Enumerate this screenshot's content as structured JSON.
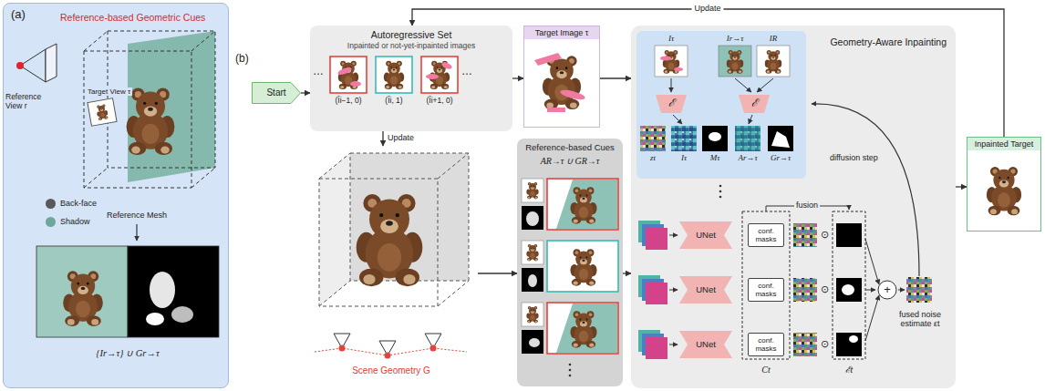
{
  "diagram": {
    "nodes": [
      {
        "text": [
          "(a)",
          "Reference-based Geometric Cues"
        ]
      },
      {
        "text": [
          "Start"
        ]
      },
      {
        "text": [
          "Autoregressive Set",
          "Inpainted or not-yet-inpainted images"
        ]
      },
      {
        "text": [
          "Target Image τ"
        ]
      },
      {
        "text": [
          "Scene Geometry G"
        ]
      },
      {
        "text": [
          "Reference-based Cues",
          "AR→τ ∪ GR→τ"
        ]
      },
      {
        "text": [
          "Geometry-Aware Inpainting"
        ]
      },
      {
        "text": [
          "ℰ"
        ],
        "in": 6
      },
      {
        "text": [
          "ℰ"
        ],
        "in": 6
      },
      {
        "text": [
          "UNet"
        ],
        "in": 6
      },
      {
        "text": [
          "conf. masks"
        ],
        "in": 6
      },
      {
        "text": [
          "UNet"
        ],
        "in": 6
      },
      {
        "text": [
          "conf. masks"
        ],
        "in": 6
      },
      {
        "text": [
          "UNet"
        ],
        "in": 6
      },
      {
        "text": [
          "conf. masks"
        ],
        "in": 6
      },
      {
        "text": [
          "+"
        ],
        "in": 6
      },
      {
        "text": [
          "Inpainted Target"
        ]
      }
    ],
    "edges": [
      {
        "from": 1,
        "to": 2,
        "arrow": "to"
      },
      {
        "from": 2,
        "to": 3,
        "arrow": "to"
      },
      {
        "from": 2,
        "to": 4,
        "label": "Update",
        "arrow": "to"
      },
      {
        "from": 4,
        "to": 5,
        "arrow": "to"
      },
      {
        "from": 3,
        "to": 6,
        "arrow": "to"
      },
      {
        "from": 5,
        "to": 6,
        "arrow": "to"
      },
      {
        "from": 6,
        "to": 16,
        "arrow": "to"
      },
      {
        "from": 16,
        "to": 2,
        "label": "Update",
        "arrow": "to"
      },
      {
        "from": 9,
        "to": 10,
        "arrow": "to"
      },
      {
        "from": 11,
        "to": 12,
        "arrow": "to"
      },
      {
        "from": 13,
        "to": 14,
        "arrow": "to"
      }
    ],
    "labels": [
      "Target View τ",
      "Reference View r",
      "Reference Mesh",
      "{Ir→τ} ∪ Gr→τ",
      "(b)",
      "…",
      "(Îi−1, 0)",
      "(Îi, 1)",
      "(Îi+1, 0)",
      "…",
      "Iτ",
      "Ir→τ",
      "IR",
      "zt",
      "Iτ",
      "Mτ",
      "Ar→τ",
      "Gr→τ",
      "diffusion step",
      "fusion",
      "⊙",
      "⊙",
      "⊙",
      "Ct",
      "ℰt",
      "fused noise estimate εt"
    ],
    "legend": [
      {
        "text": "Back-face",
        "color": "#595959"
      },
      {
        "text": "Shadow",
        "color": "#6fa89b"
      }
    ]
  }
}
